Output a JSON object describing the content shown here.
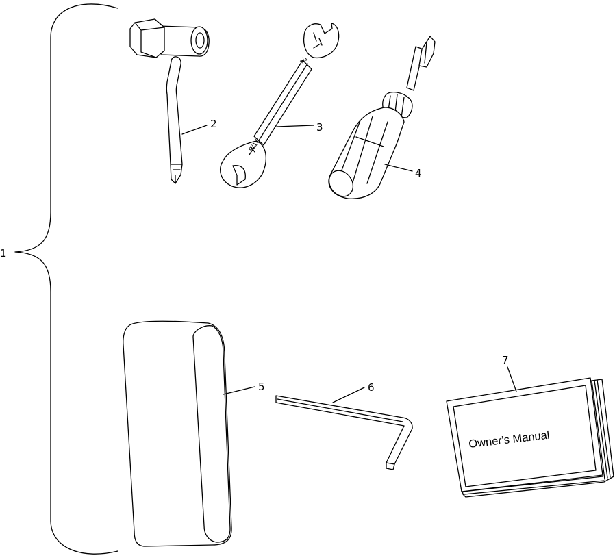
{
  "callouts": {
    "kit": "1",
    "spark_plug_wrench": "2",
    "open_end_wrench": "3",
    "screwdriver": "4",
    "tool_pouch": "5",
    "hex_key": "6",
    "owners_manual": "7"
  },
  "manual_cover_text": "Owner's Manual",
  "wrench_stamps": {
    "top": "¾",
    "bottom": "9/16"
  },
  "colors": {
    "ink": "#000000",
    "paper": "#ffffff"
  }
}
